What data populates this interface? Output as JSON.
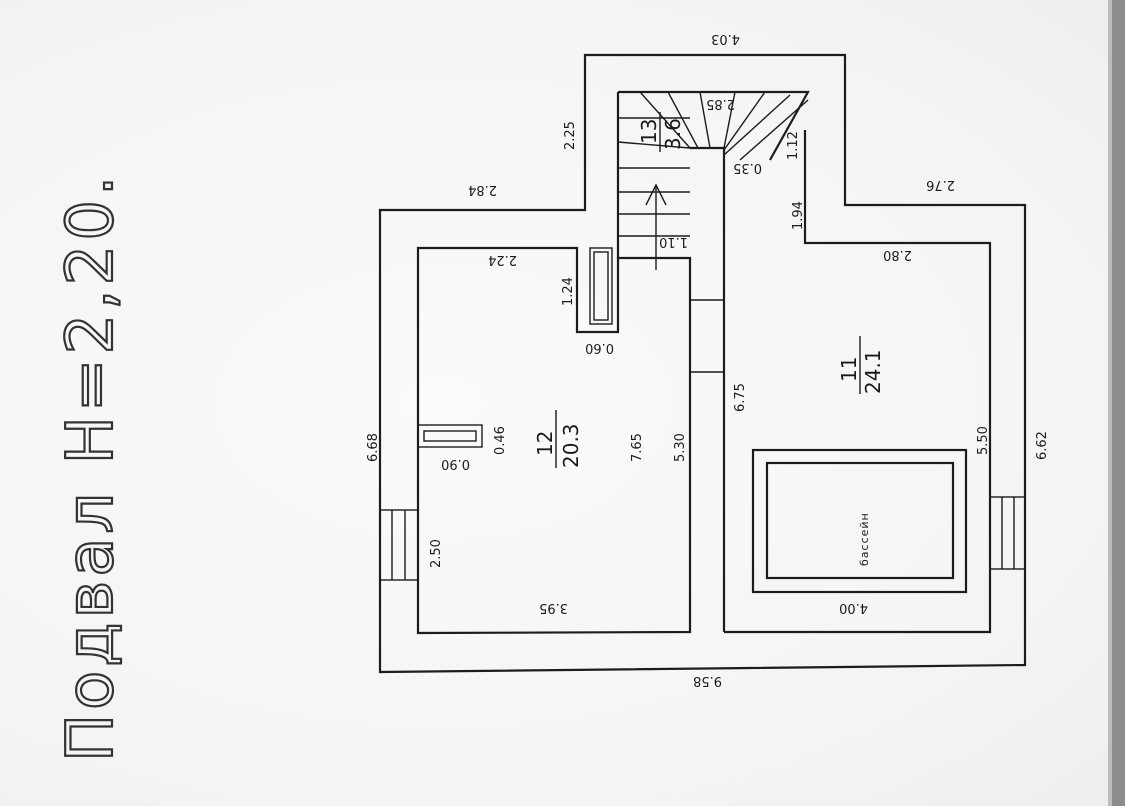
{
  "title": "Подвал Н=2,20.",
  "dims": {
    "d_403": "4.03",
    "d_225": "2.25",
    "d_284": "2.84",
    "d_285": "2.85",
    "d_112": "1.12",
    "d_035": "0.35",
    "d_194": "1.94",
    "d_276": "2.76",
    "d_110": "1.10",
    "d_224": "2.24",
    "d_124": "1.24",
    "d_280": "2.80",
    "d_060": "0.60",
    "d_675": "6.75",
    "d_668": "6.68",
    "d_046": "0.46",
    "d_765": "7.65",
    "d_530": "5.30",
    "d_550": "5.50",
    "d_662": "6.62",
    "d_090": "0.90",
    "d_250": "2.50",
    "d_395": "3.95",
    "d_400": "4.00",
    "d_958": "9.58"
  },
  "rooms": {
    "room12": {
      "number": "12",
      "area": "20.3"
    },
    "room11": {
      "number": "11",
      "area": "24.1"
    },
    "room13": {
      "number": "13",
      "area": "3.6"
    }
  },
  "pool_label": "бассейн"
}
